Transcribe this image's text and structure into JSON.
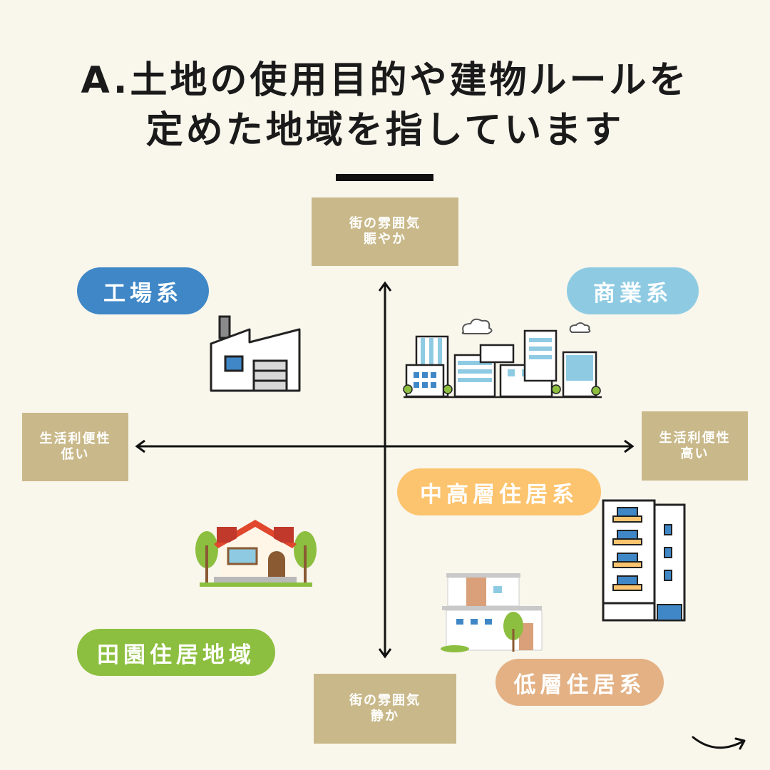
{
  "title": {
    "line1": "A.土地の使用目的や建物ルールを",
    "line2": "定めた地域を指しています"
  },
  "axes": {
    "top": {
      "line1": "街の雰囲気",
      "line2": "賑やか"
    },
    "bottom": {
      "line1": "街の雰囲気",
      "line2": "静か"
    },
    "left": {
      "line1": "生活利便性",
      "line2": "低い"
    },
    "right": {
      "line1": "生活利便性",
      "line2": "高い"
    }
  },
  "zones": {
    "factory": {
      "label": "工場系",
      "color": "#3f87c6"
    },
    "commercial": {
      "label": "商業系",
      "color": "#8ecbe3"
    },
    "mid_high_residential": {
      "label": "中高層住居系",
      "color": "#fcc46e"
    },
    "rural_residential": {
      "label": "田園住居地域",
      "color": "#8cbf3f"
    },
    "low_residential": {
      "label": "低層住居系",
      "color": "#e3b184"
    }
  },
  "colors": {
    "background": "#f9f6ec",
    "axis_box": "#c9b98a"
  }
}
